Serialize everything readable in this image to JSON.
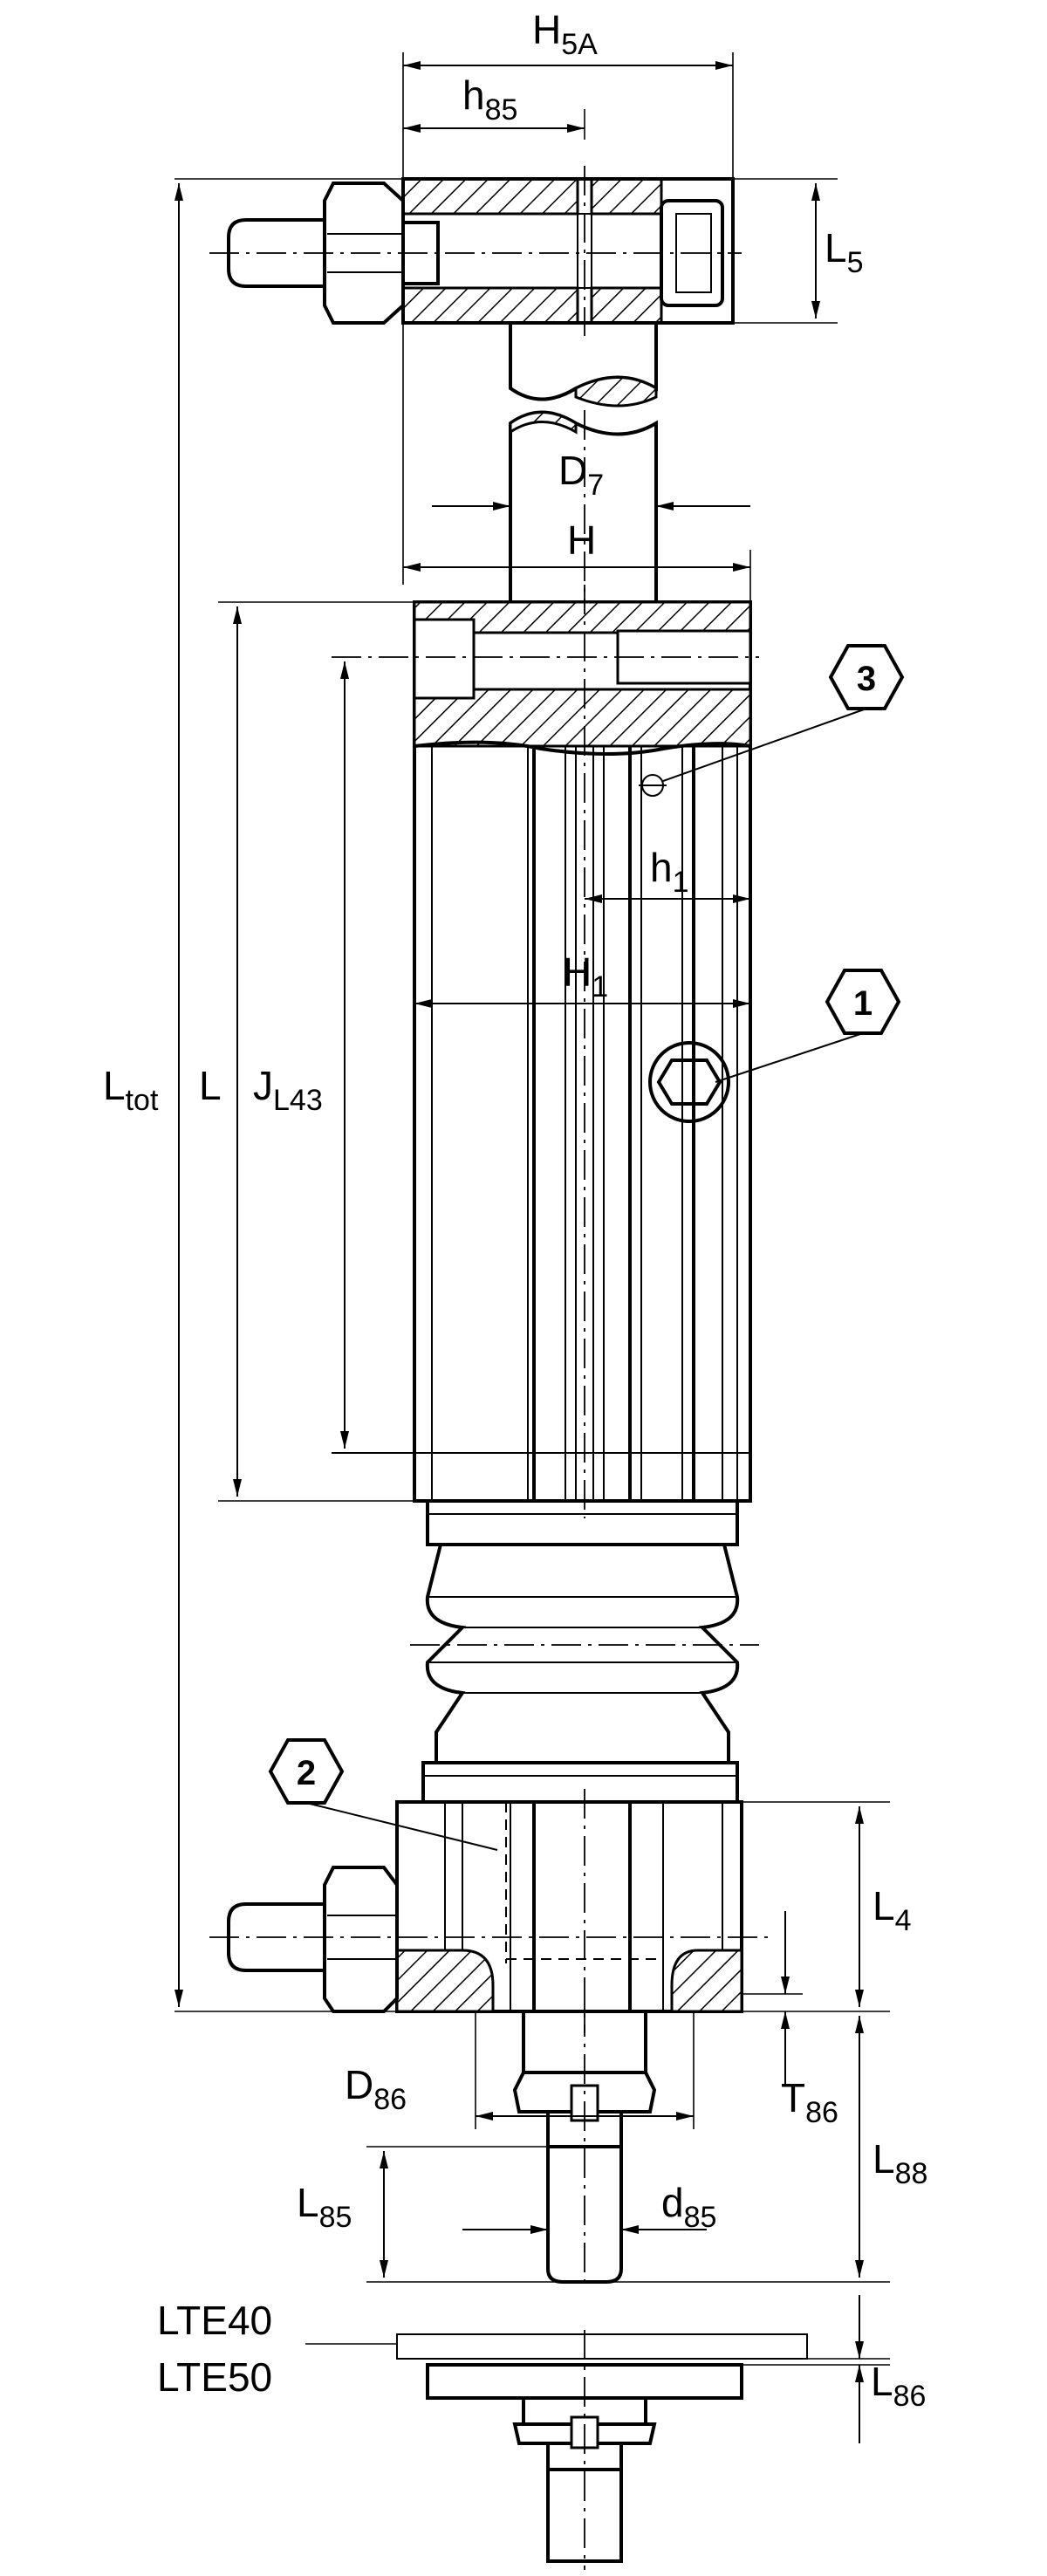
{
  "labels": {
    "h5a": {
      "main": "H",
      "sub": "5A"
    },
    "h85": {
      "main": "h",
      "sub": "85"
    },
    "l5": {
      "main": "L",
      "sub": "5"
    },
    "d7": {
      "main": "D",
      "sub": "7"
    },
    "h": {
      "main": "H"
    },
    "ltot": {
      "main": "L",
      "sub": "tot"
    },
    "l": {
      "main": "L"
    },
    "jl43": {
      "main": "J",
      "sub": "L43"
    },
    "h1_small": {
      "main": "h",
      "sub": "1"
    },
    "h1_big": {
      "main": "H",
      "sub": "1"
    },
    "l4": {
      "main": "L",
      "sub": "4"
    },
    "d86": {
      "main": "D",
      "sub": "86"
    },
    "t86": {
      "main": "T",
      "sub": "86"
    },
    "l88": {
      "main": "L",
      "sub": "88"
    },
    "l85": {
      "main": "L",
      "sub": "85"
    },
    "d85": {
      "main": "d",
      "sub": "85"
    },
    "l86": {
      "main": "L",
      "sub": "86"
    },
    "lte40": "LTE40",
    "lte50": "LTE50"
  },
  "callouts": [
    "1",
    "2",
    "3"
  ]
}
